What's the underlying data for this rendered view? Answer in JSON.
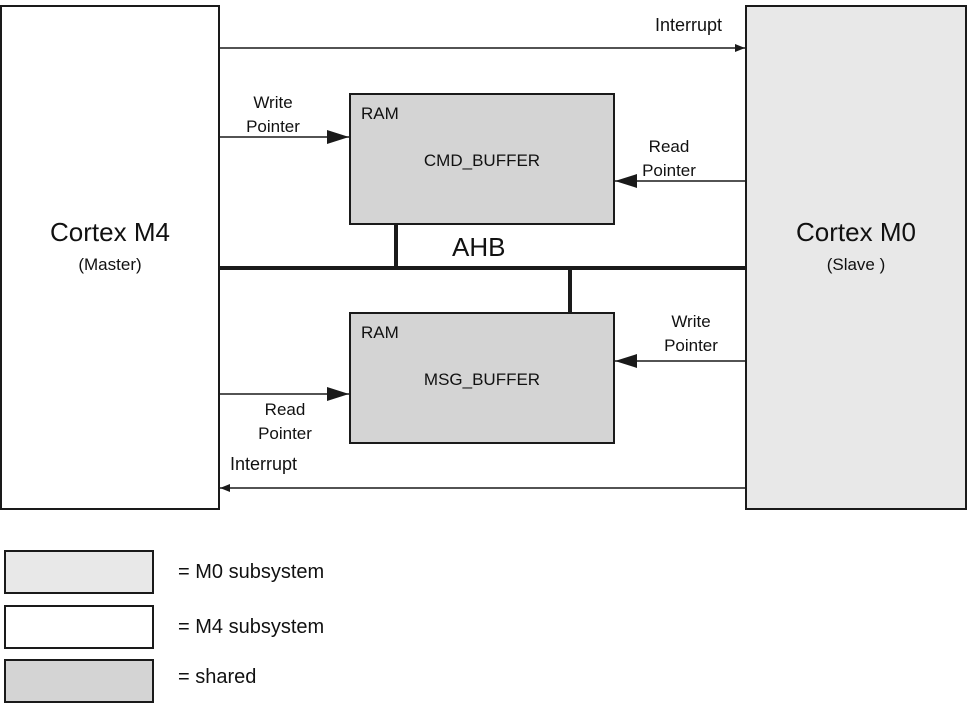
{
  "colors": {
    "m0_fill": "#e8e8e8",
    "m4_fill": "#ffffff",
    "shared_fill": "#d4d4d4",
    "line": "#1a1a1a"
  },
  "m4": {
    "title": "Cortex M4",
    "role": "(Master)"
  },
  "m0": {
    "title": "Cortex M0",
    "role": "(Slave )"
  },
  "bus": {
    "label": "AHB"
  },
  "cmd_buffer": {
    "tag": "RAM",
    "name": "CMD_BUFFER"
  },
  "msg_buffer": {
    "tag": "RAM",
    "name": "MSG_BUFFER"
  },
  "arrows": {
    "interrupt_top": "Interrupt",
    "m4_write_line1": "Write",
    "m4_write_line2": "Pointer",
    "m0_read_line1": "Read",
    "m0_read_line2": "Pointer",
    "m0_write_line1": "Write",
    "m0_write_line2": "Pointer",
    "m4_read_line1": "Read",
    "m4_read_line2": "Pointer",
    "interrupt_bottom": "Interrupt"
  },
  "legend": {
    "m0": "= M0 subsystem",
    "m4": "= M4 subsystem",
    "shared": "= shared"
  }
}
